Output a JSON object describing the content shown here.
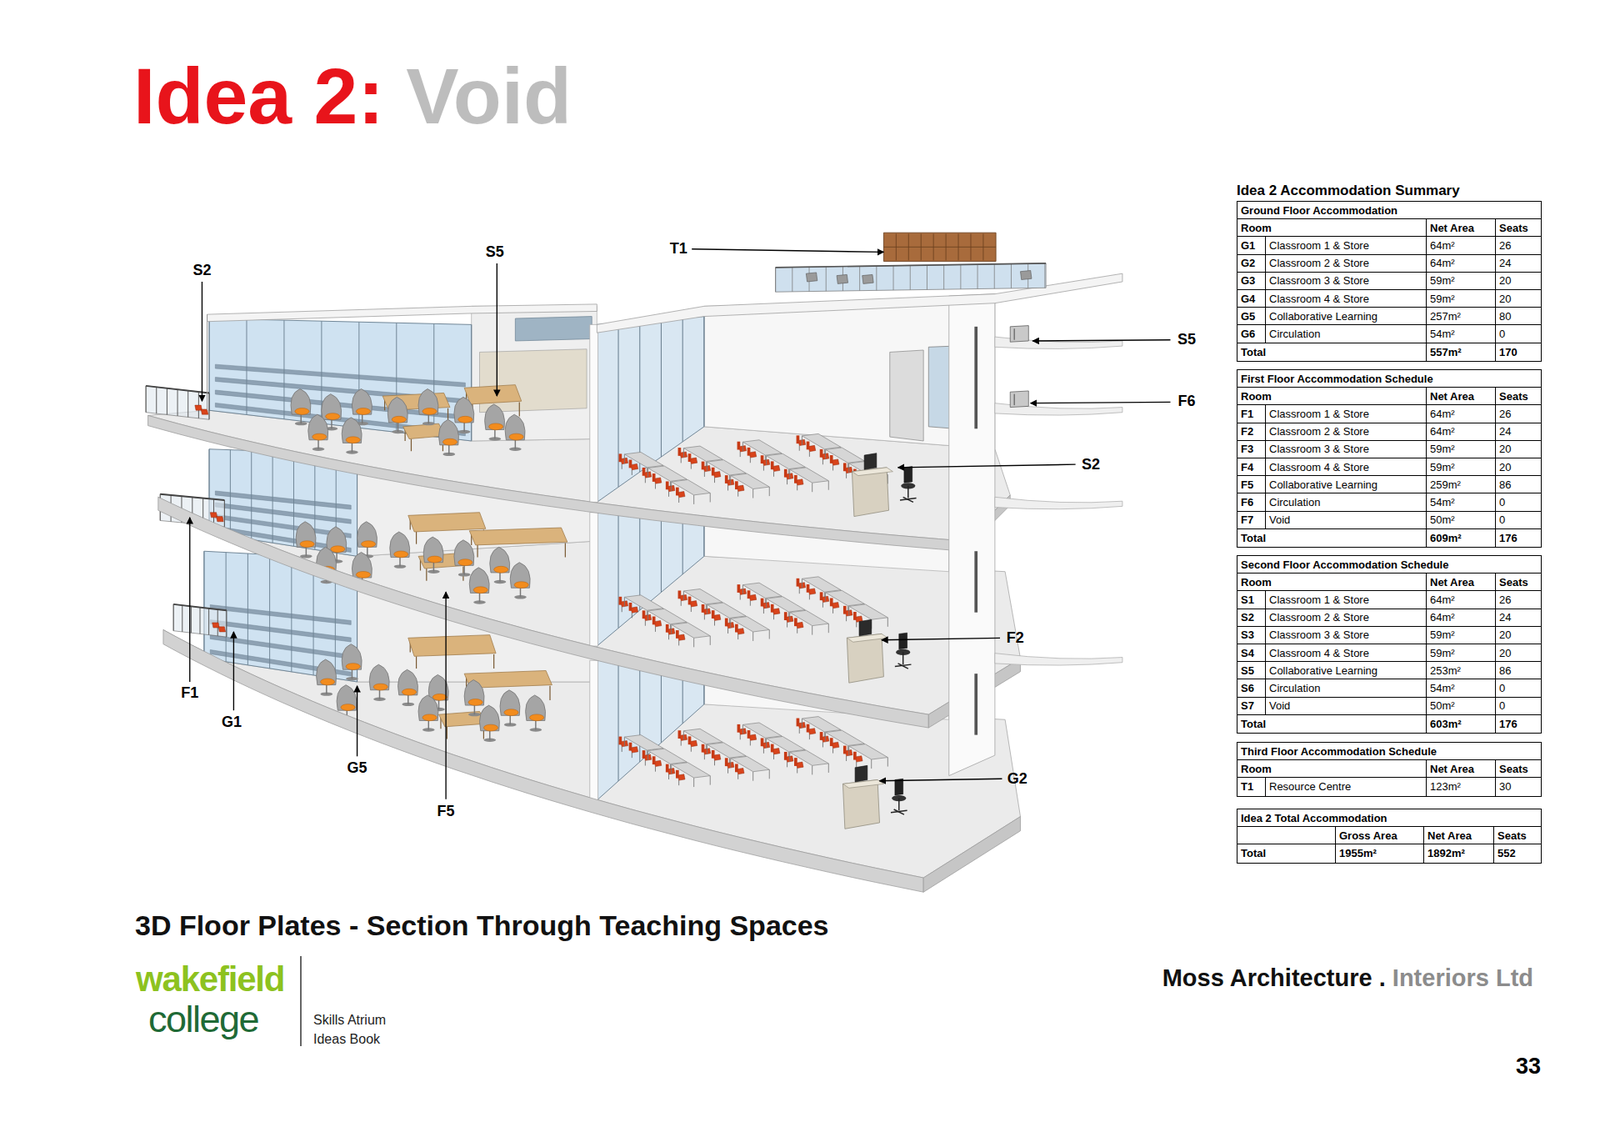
{
  "diagram": {
    "title": "Idea 2: Void",
    "caption": "3D Floor Plates - Section Through Teaching Spaces",
    "nodes": [
      {
        "text": [
          "Ground Floor Accommodation"
        ]
      },
      {
        "text": [
          "First Floor Accommodation Schedule"
        ]
      },
      {
        "text": [
          "Second Floor Accommodation Schedule"
        ]
      },
      {
        "text": [
          "Third Floor Accommodation Schedule"
        ]
      },
      {
        "text": [
          "Idea 2 Total Accommodation"
        ]
      }
    ],
    "labels": [
      "Idea 2 Accommodation Summary",
      "Room",
      "Net Area",
      "Seats",
      "G1",
      "Classroom 1 & Store",
      "64m²",
      "26",
      "G2",
      "Classroom 2 & Store",
      "64m²",
      "24",
      "G3",
      "Classroom 3 & Store",
      "59m²",
      "20",
      "G4",
      "Classroom 4 & Store",
      "59m²",
      "20",
      "G5",
      "Collaborative Learning",
      "257m²",
      "80",
      "G6",
      "Circulation",
      "54m²",
      "0",
      "Total",
      "557m²",
      "170",
      "Room",
      "Net Area",
      "Seats",
      "F1",
      "Classroom 1 & Store",
      "64m²",
      "26",
      "F2",
      "Classroom 2 & Store",
      "64m²",
      "24",
      "F3",
      "Classroom 3 & Store",
      "59m²",
      "20",
      "F4",
      "Classroom 4 & Store",
      "59m²",
      "20",
      "F5",
      "Collaborative Learning",
      "259m²",
      "86",
      "F6",
      "Circulation",
      "54m²",
      "0",
      "F7",
      "Void",
      "50m²",
      "0",
      "Total",
      "609m²",
      "176",
      "Room",
      "Net Area",
      "Seats",
      "S1",
      "Classroom 1 & Store",
      "64m²",
      "26",
      "S2",
      "Classroom 2 & Store",
      "64m²",
      "24",
      "S3",
      "Classroom 3 & Store",
      "59m²",
      "20",
      "S4",
      "Classroom 4 & Store",
      "59m²",
      "20",
      "S5",
      "Collaborative Learning",
      "253m²",
      "86",
      "S6",
      "Circulation",
      "54m²",
      "0",
      "S7",
      "Void",
      "50m²",
      "0",
      "Total",
      "603m²",
      "176",
      "Room",
      "Net Area",
      "Seats",
      "T1",
      "Resource Centre",
      "123m²",
      "30",
      "Gross Area",
      "Net Area",
      "Seats",
      "Total",
      "1955m²",
      "1892m²",
      "552",
      "S2",
      "S5",
      "T1",
      "S5",
      "F6",
      "S2",
      "F2",
      "G2",
      "F1",
      "G1",
      "G5",
      "F5",
      "wakefield",
      "college",
      "Skills Atrium Ideas Book",
      "Moss Architecture .",
      "Interiors Ltd",
      "33"
    ]
  }
}
